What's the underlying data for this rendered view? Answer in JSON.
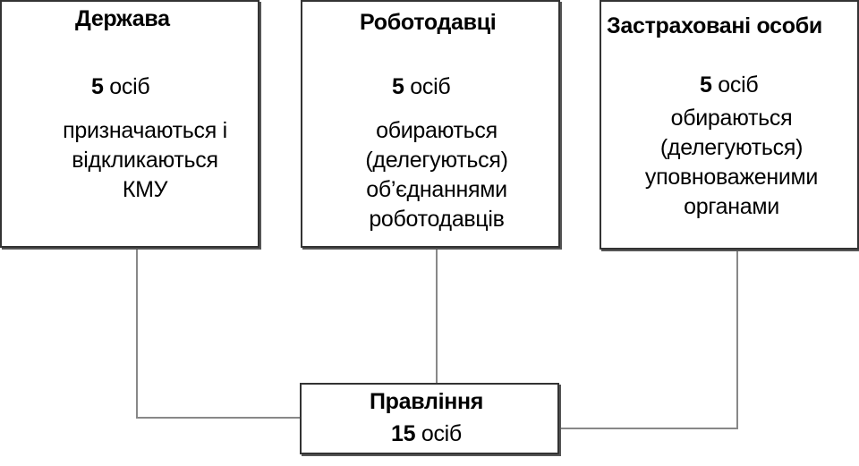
{
  "boxes": {
    "state": {
      "title": "Держава",
      "count_num": "5",
      "count_unit": "осіб",
      "desc": [
        "призначаються і",
        "відкликаються",
        "КМУ"
      ]
    },
    "employers": {
      "title": "Роботодавці",
      "count_num": "5",
      "count_unit": "осіб",
      "desc": [
        "обираються",
        "(делегуються)",
        "об’єднаннями",
        "роботодавців"
      ]
    },
    "insured": {
      "title": "Застраховані особи",
      "count_num": "5",
      "count_unit": "осіб",
      "desc": [
        "обираються",
        "(делегуються)",
        "уповноваженими",
        "органами"
      ]
    },
    "board": {
      "title": "Правління",
      "count_num": "15",
      "count_unit": "осіб"
    }
  },
  "colors": {
    "border": "#333333",
    "connector": "#888888",
    "shadow": "#555555"
  }
}
